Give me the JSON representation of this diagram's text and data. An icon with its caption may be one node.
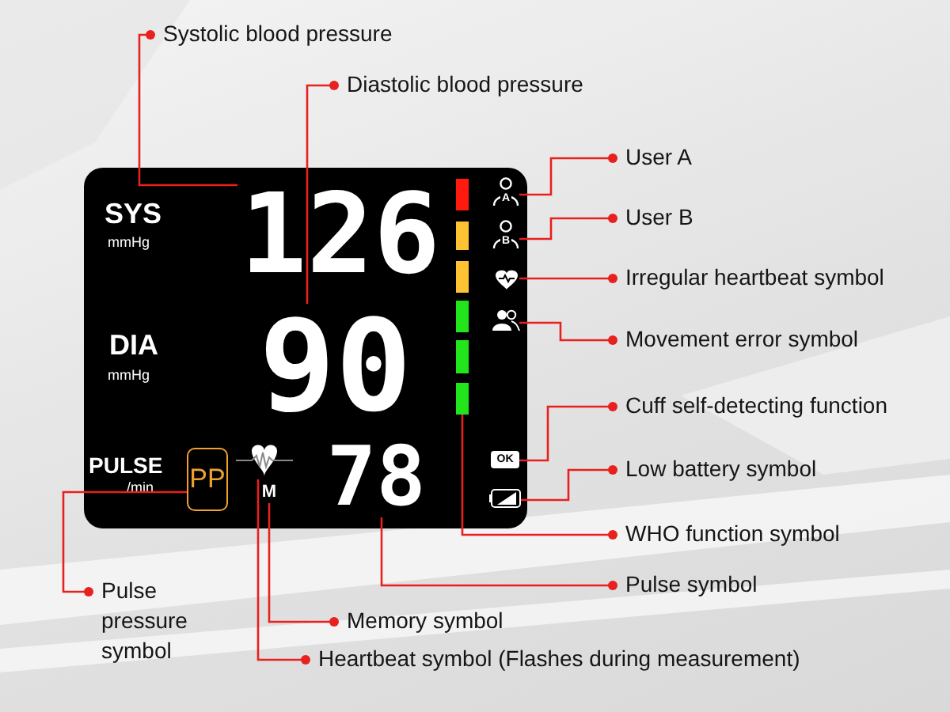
{
  "diagram": {
    "nodes": [
      {
        "text": [
          "SYS",
          "mmHg",
          "DIA",
          "mmHg",
          "PULSE",
          "/min"
        ]
      },
      {
        "text": [
          "126"
        ],
        "in": 0
      },
      {
        "text": [
          "90"
        ],
        "in": 0
      },
      {
        "text": [
          "78"
        ],
        "in": 0
      },
      {
        "text": [
          "PP"
        ],
        "in": 0
      },
      {
        "text": [],
        "shape": "heart",
        "in": 0
      },
      {
        "text": [
          "M"
        ],
        "in": 0
      },
      {
        "text": [],
        "shape": "bar",
        "in": 0
      },
      {
        "text": [
          "A"
        ],
        "in": 0
      },
      {
        "text": [
          "B"
        ],
        "in": 0
      },
      {
        "text": [],
        "shape": "heart",
        "in": 0
      },
      {
        "text": [],
        "shape": "person",
        "in": 0
      },
      {
        "text": [
          "OK"
        ],
        "in": 0
      },
      {
        "text": [],
        "shape": "battery",
        "in": 0
      },
      {
        "text": [
          "Systolic blood pressure"
        ]
      },
      {
        "text": [
          "Diastolic blood pressure"
        ]
      },
      {
        "text": [
          "User A"
        ]
      },
      {
        "text": [
          "User B"
        ]
      },
      {
        "text": [
          "Irregular heartbeat symbol"
        ]
      },
      {
        "text": [
          "Movement error symbol"
        ]
      },
      {
        "text": [
          "Cuff self-detecting function"
        ]
      },
      {
        "text": [
          "Low battery symbol"
        ]
      },
      {
        "text": [
          "WHO function symbol"
        ]
      },
      {
        "text": [
          "Pulse symbol"
        ]
      },
      {
        "text": [
          "Pulse pressure symbol"
        ]
      },
      {
        "text": [
          "Memory symbol"
        ]
      },
      {
        "text": [
          "Heartbeat symbol (Flashes during measurement)"
        ]
      }
    ],
    "edges": [
      {
        "from": 14,
        "to": 1,
        "arrow": "other",
        "color": "#e8201e"
      },
      {
        "from": 15,
        "to": 2,
        "arrow": "other",
        "color": "#e8201e"
      },
      {
        "from": 16,
        "to": 8,
        "arrow": "other",
        "color": "#e8201e"
      },
      {
        "from": 17,
        "to": 9,
        "arrow": "other",
        "color": "#e8201e"
      },
      {
        "from": 18,
        "to": 10,
        "arrow": "other",
        "color": "#e8201e"
      },
      {
        "from": 19,
        "to": 11,
        "arrow": "other",
        "color": "#e8201e"
      },
      {
        "from": 20,
        "to": 12,
        "arrow": "other",
        "color": "#e8201e"
      },
      {
        "from": 21,
        "to": 13,
        "arrow": "other",
        "color": "#e8201e"
      },
      {
        "from": 22,
        "to": 7,
        "arrow": "other",
        "color": "#e8201e"
      },
      {
        "from": 23,
        "to": 3,
        "arrow": "other",
        "color": "#e8201e"
      },
      {
        "from": 24,
        "to": 4,
        "arrow": "other",
        "color": "#e8201e"
      },
      {
        "from": 25,
        "to": 6,
        "arrow": "other",
        "color": "#e8201e"
      },
      {
        "from": 26,
        "to": 5,
        "arrow": "other",
        "color": "#e8201e"
      }
    ]
  }
}
